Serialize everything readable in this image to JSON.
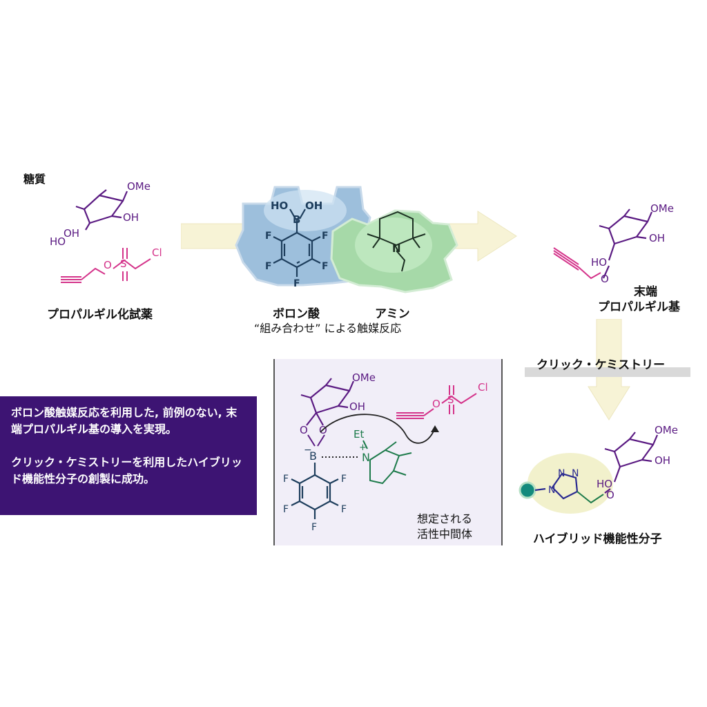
{
  "sugar": {
    "label": "糖質",
    "ome": "OMe",
    "oh": "OH",
    "hoh": "HO",
    "hoh2": "OH"
  },
  "reagent": {
    "label": "プロパルギル化試薬",
    "o": "O",
    "s": "S",
    "cl": "Cl"
  },
  "catalyst": {
    "boronic_acid_label": "ボロン酸",
    "amine_label": "アミン",
    "caption": "“組み合わせ” による触媒反応",
    "ho": "HO",
    "oh": "OH",
    "b": "B",
    "f": "F",
    "n": "N"
  },
  "product": {
    "label_line1": "末端",
    "label_line2": "プロパルギル基",
    "ome": "OMe",
    "oh": "OH",
    "ho": "HO",
    "o": "O"
  },
  "click": {
    "label": "クリック・ケミストリー"
  },
  "hybrid": {
    "label": "ハイブリッド機能性分子",
    "n": "N"
  },
  "summary": {
    "paragraph1": "ボロン酸触媒反応を利用した, 前例のない, 末端プロパルギル基の導入を実現。",
    "paragraph2": "クリック・ケミストリーを利用したハイブリッド機能性分子の創製に成功。"
  },
  "intermediate": {
    "caption_line1": "想定される",
    "caption_line2": "活性中間体",
    "et": "Et",
    "plus": "+",
    "minus": "−"
  },
  "colors": {
    "sugar": "#5a1a82",
    "reagent": "#d4338a",
    "catalyst": "#1d3d5c",
    "amine": "#1c7a4a",
    "arrow": "#f7f3d6",
    "summary_bg": "#3d1473",
    "teal": "#138a7c"
  }
}
